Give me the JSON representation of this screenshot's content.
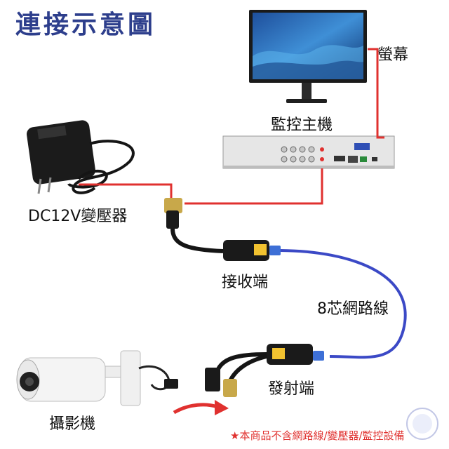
{
  "title": "連接示意圖",
  "labels": {
    "monitor": "螢幕",
    "dvr": "監控主機",
    "adapter": "DC12V變壓器",
    "receiver": "接收端",
    "cable": "8芯網路線",
    "transmitter": "發射端",
    "camera": "攝影機"
  },
  "footnote": "★本商品不含網路線/變壓器/監控設備",
  "colors": {
    "title": "#2d3e8c",
    "power_wire": "#e0312f",
    "network_cable": "#3b49c6",
    "footnote": "#e0312f"
  }
}
